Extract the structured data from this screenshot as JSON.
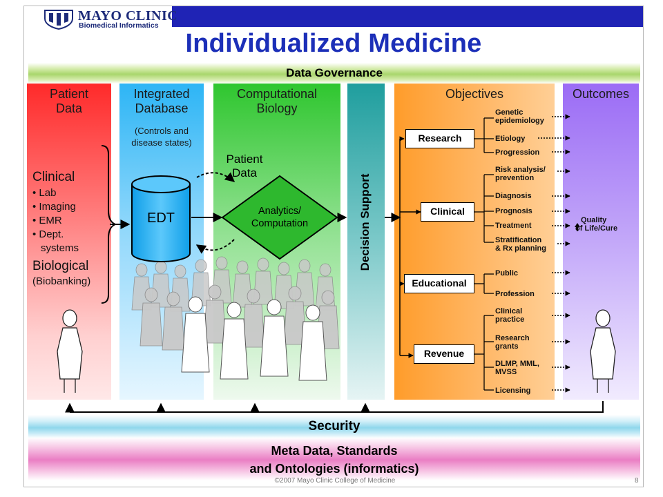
{
  "logo": {
    "name": "MAYO CLINIC",
    "subtitle": "Biomedical Informatics"
  },
  "title": "Individualized Medicine",
  "bands": {
    "governance": "Data Governance",
    "security": "Security",
    "meta_line1": "Meta Data, Standards",
    "meta_line2": "and Ontologies (informatics)"
  },
  "columns": {
    "patient": {
      "line1": "Patient",
      "line2": "Data"
    },
    "intdb": {
      "line1": "Integrated",
      "line2": "Database",
      "note1": "(Controls and",
      "note2": "disease states)"
    },
    "comp": {
      "line1": "Computational",
      "line2": "Biology"
    },
    "decision": "Decision Support",
    "objectives": "Objectives",
    "outcomes": "Outcomes"
  },
  "patient_data": {
    "clinical": "Clinical",
    "clinical_items": [
      "• Lab",
      "• Imaging",
      "• EMR",
      "• Dept.",
      "systems"
    ],
    "biological": "Biological",
    "biobanking": "(Biobanking)"
  },
  "edt": "EDT",
  "flow": {
    "patient_line1": "Patient",
    "patient_line2": "Data",
    "analytics_line1": "Analytics/",
    "analytics_line2": "Computation"
  },
  "objectives": {
    "research": {
      "label": "Research",
      "items": [
        "Genetic",
        "epidemiology",
        "Etiology",
        "Progression"
      ]
    },
    "clinical": {
      "label": "Clinical",
      "items": [
        "Risk analysis/",
        "prevention",
        "Diagnosis",
        "Prognosis",
        "Treatment",
        "Stratification",
        "& Rx planning"
      ]
    },
    "educational": {
      "label": "Educational",
      "items": [
        "Public",
        "Profession"
      ]
    },
    "revenue": {
      "label": "Revenue",
      "items": [
        "Clinical",
        "practice",
        "Research",
        "grants",
        "DLMP, MML,",
        "MVSS",
        "Licensing"
      ]
    }
  },
  "outcome": {
    "line1": "Quality",
    "line2": "of Life/Cure"
  },
  "footer": "©2007 Mayo Clinic College of Medicine",
  "page_number": "8"
}
